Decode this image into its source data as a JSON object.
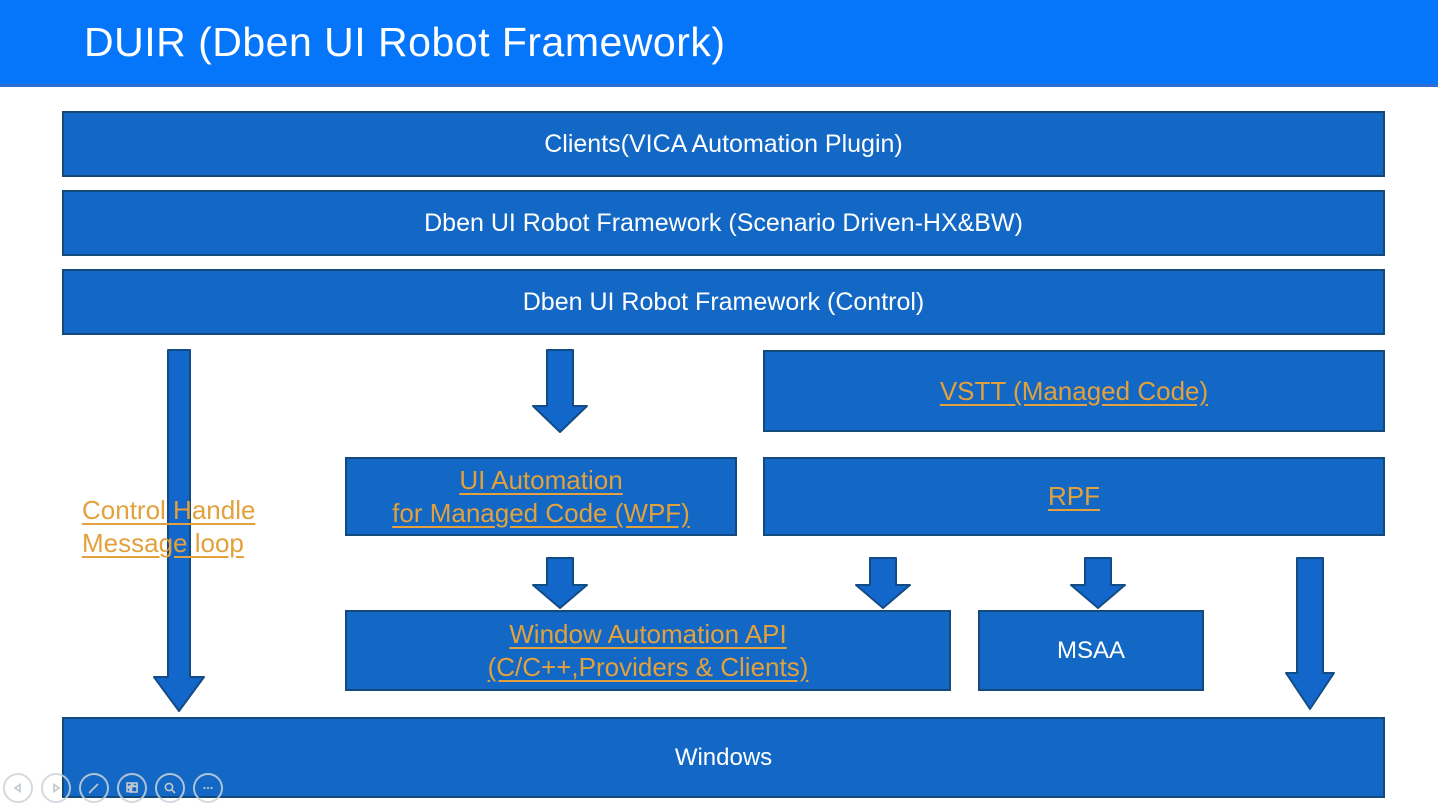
{
  "slide": {
    "title": "DUIR (Dben UI Robot Framework)"
  },
  "colors": {
    "header_blue": "#0575fa",
    "box_fill": "#1268c4",
    "box_border": "#14497e",
    "arrow_blue": "#1467ca",
    "link_orange": "#e2a13c",
    "text_white": "#ffffff"
  },
  "diagram": {
    "boxes": {
      "clients": {
        "label": "Clients(VICA Automation Plugin)"
      },
      "scenario": {
        "label": "Dben UI Robot Framework (Scenario Driven-HX&BW)"
      },
      "control": {
        "label": "Dben UI Robot Framework (Control)"
      },
      "vstt": {
        "label": "VSTT (Managed Code)",
        "is_link": true
      },
      "uia": {
        "line1": "UI Automation",
        "line2": "for Managed Code (WPF)",
        "is_link": true
      },
      "rpf": {
        "label": "RPF",
        "is_link": true
      },
      "winapi": {
        "line1": "Window Automation API",
        "line2": "(C/C++,Providers & Clients)",
        "is_link": true
      },
      "msaa": {
        "label": "MSAA"
      },
      "windows": {
        "label": "Windows"
      }
    },
    "annotations": {
      "control_handle": {
        "line1": "Control Handle",
        "line2": "Message loop",
        "is_link": true
      }
    },
    "arrows": [
      {
        "name": "arrow-control-handle-to-windows",
        "direction": "down"
      },
      {
        "name": "arrow-control-to-uia",
        "direction": "down"
      },
      {
        "name": "arrow-uia-to-winapi",
        "direction": "down"
      },
      {
        "name": "arrow-rpf-to-winapi",
        "direction": "down"
      },
      {
        "name": "arrow-rpf-to-msaa",
        "direction": "down"
      },
      {
        "name": "arrow-vstt-to-windows",
        "direction": "down"
      }
    ]
  },
  "playbar": {
    "buttons": [
      {
        "name": "previous-slide",
        "icon": "triangle-left-icon"
      },
      {
        "name": "next-slide",
        "icon": "triangle-right-icon"
      },
      {
        "name": "pen-tools",
        "icon": "pen-icon"
      },
      {
        "name": "see-all-slides",
        "icon": "grid-icon"
      },
      {
        "name": "zoom-slide",
        "icon": "magnifier-icon"
      },
      {
        "name": "more-options",
        "icon": "ellipsis-icon"
      }
    ]
  }
}
